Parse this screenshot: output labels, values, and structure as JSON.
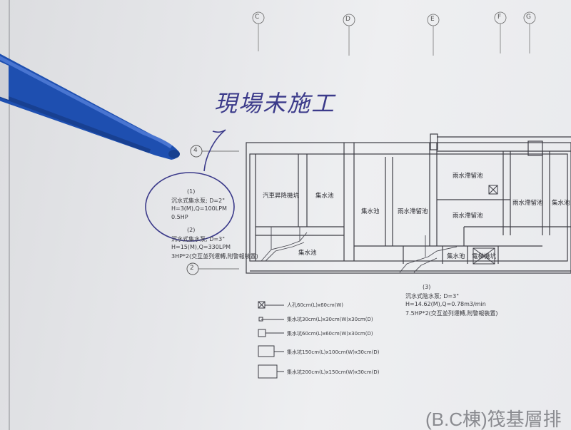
{
  "grid_labels": {
    "c": "C",
    "d": "D",
    "e": "E",
    "f": "F",
    "g": "G",
    "row4": "4",
    "row2": "2"
  },
  "handwritten_note": "現場未施工",
  "rooms": {
    "elevator_pit": "汽車昇降機坑",
    "sump_1": "集水池",
    "sump_2": "集水池",
    "sump_3": "集水池",
    "sump_4": "集水池",
    "rain_tank_1": "雨水滯留池",
    "rain_tank_2": "雨水滯留池",
    "rain_tank_3": "雨水滯留池",
    "rain_tank_4": "雨水滯留池",
    "sump_5": "集水池",
    "equipment_pit": "電梯機坑"
  },
  "pump_note_1": {
    "number": "(1)",
    "line1": "沉水式集水泵; D=2\"",
    "line2": "H=3(M),Q=100LPM",
    "line3": "0.5HP"
  },
  "pump_note_2": {
    "number": "(2)",
    "line1": "沉水式集水泵; D=3\"",
    "line2": "H=15(M),Q=330LPM",
    "line3": "3HP*2(交互並列運轉,附警報裝置)"
  },
  "pump_note_3": {
    "number": "(3)",
    "line1": "沉水式陰水泵; D=3\"",
    "line2": "H=14.62(M),Q=0.78m3/min",
    "line3": "7.5HP*2(交互並列運轉,附警報裝置)"
  },
  "legend": [
    {
      "text": "人孔60cm(L)x60cm(W)"
    },
    {
      "text": "集水坑30cm(L)x30cm(W)x30cm(D)"
    },
    {
      "text": "集水坑60cm(L)x60cm(W)x30cm(D)"
    },
    {
      "text": "集水坑150cm(L)x100cm(W)x30cm(D)"
    },
    {
      "text": "集水坑200cm(L)x150cm(W)x30cm(D)"
    }
  ],
  "drawing_title": "(B.C棟)筏基層排",
  "colors": {
    "pen_blue": "#1e4fb0",
    "ink_blue": "#3b3a8a",
    "paper": "#e8e9ec"
  }
}
